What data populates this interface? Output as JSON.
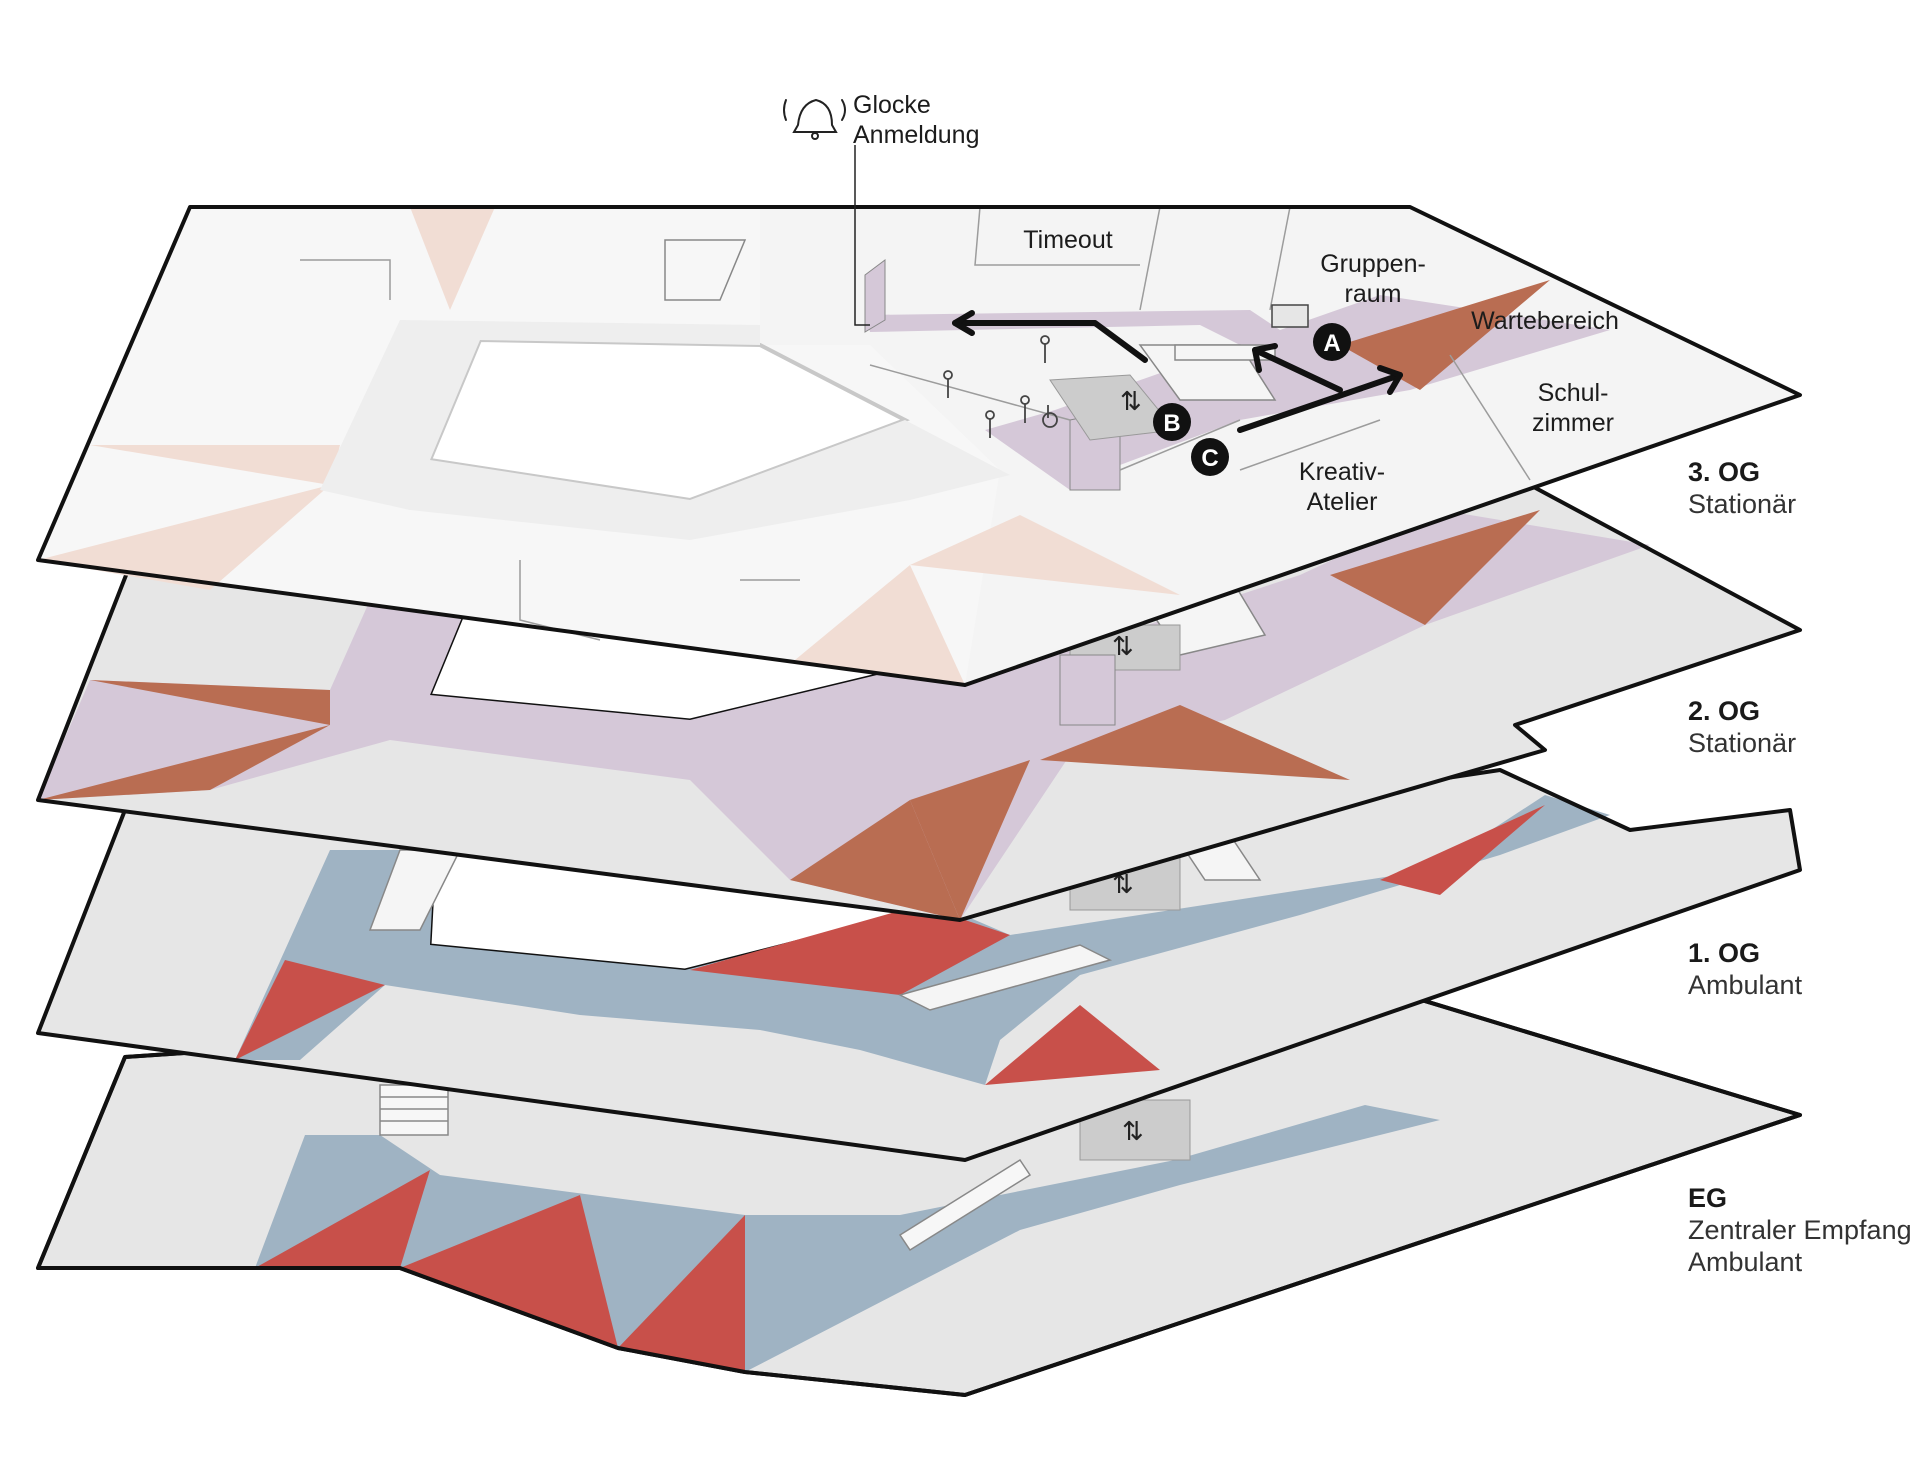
{
  "callout": {
    "icon": "bell-icon",
    "line1": "Glocke",
    "line2": "Anmeldung"
  },
  "rooms": {
    "timeout": "Timeout",
    "gruppen_1": "Gruppen-",
    "gruppen_2": "raum",
    "warte": "Wartebereich",
    "schul_1": "Schul-",
    "schul_2": "zimmer",
    "kreativ_1": "Kreativ-",
    "kreativ_2": "Atelier"
  },
  "markers": {
    "a": "A",
    "b": "B",
    "c": "C"
  },
  "floors": [
    {
      "name": "3. OG",
      "sub": "Stationär"
    },
    {
      "name": "2. OG",
      "sub": "Stationär"
    },
    {
      "name": "1. OG",
      "sub": "Ambulant"
    },
    {
      "name": "EG",
      "sub": "Zentraler Empfang",
      "sub2": "Ambulant"
    }
  ],
  "colors": {
    "slab": "#e8e8e8",
    "slab_top": "#f2f2f2",
    "corridor_purple": "#d5c8d8",
    "accent_brown": "#b96d52",
    "corridor_blue": "#9fb3c3",
    "accent_red": "#c8504a",
    "faded_peach": "#f1ddd4",
    "outline": "#111111"
  }
}
